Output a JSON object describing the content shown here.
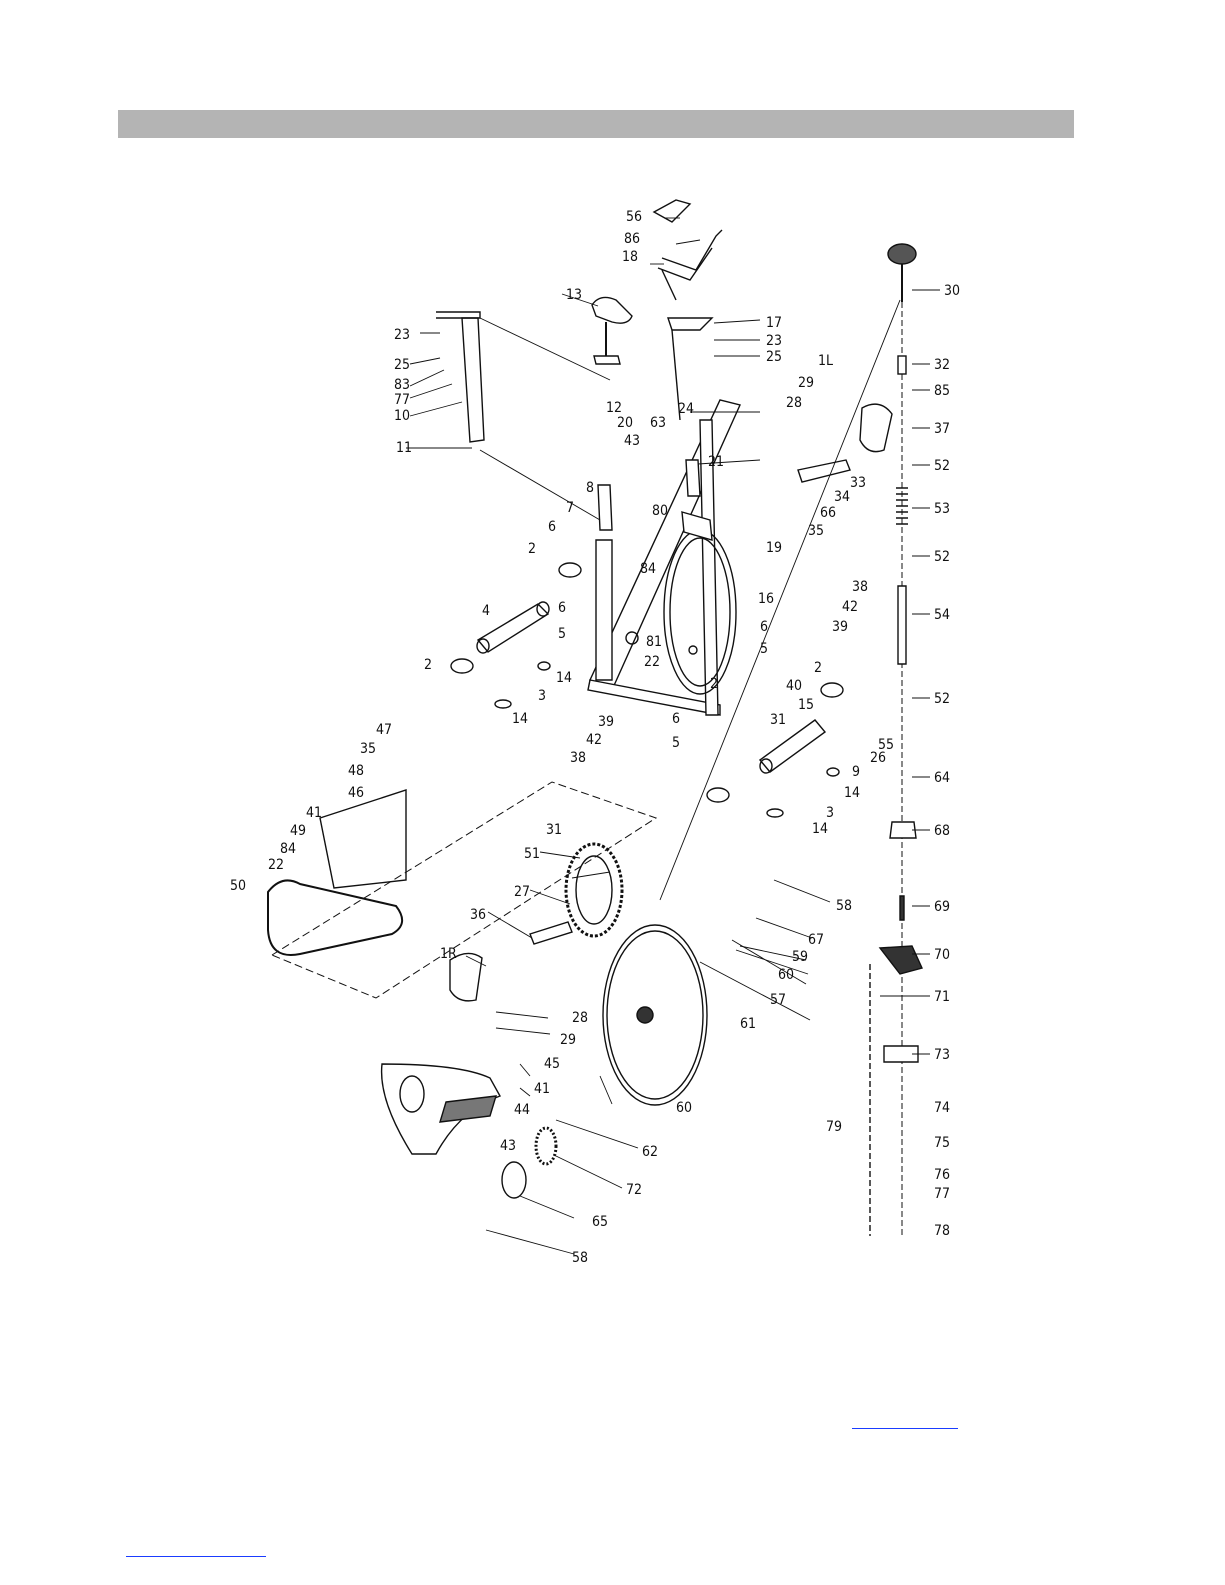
{
  "diagram": {
    "part_callouts": [
      "1L",
      "1R",
      "2",
      "3",
      "4",
      "5",
      "6",
      "7",
      "8",
      "9",
      "10",
      "11",
      "12",
      "13",
      "14",
      "15",
      "16",
      "17",
      "18",
      "19",
      "20",
      "21",
      "22",
      "23",
      "24",
      "25",
      "26",
      "27",
      "28",
      "29",
      "30",
      "31",
      "32",
      "33",
      "34",
      "35",
      "36",
      "37",
      "38",
      "39",
      "40",
      "41",
      "42",
      "43",
      "44",
      "45",
      "46",
      "47",
      "48",
      "49",
      "50",
      "51",
      "52",
      "53",
      "54",
      "55",
      "56",
      "57",
      "58",
      "59",
      "60",
      "61",
      "62",
      "63",
      "64",
      "65",
      "66",
      "67",
      "68",
      "69",
      "70",
      "71",
      "72",
      "73",
      "74",
      "75",
      "76",
      "77",
      "78",
      "79",
      "80",
      "81",
      "83",
      "84",
      "85",
      "86"
    ]
  },
  "colors": {
    "header_bar": "#b4b4b4",
    "line_art": "#111111",
    "link": "#1a3cff"
  }
}
